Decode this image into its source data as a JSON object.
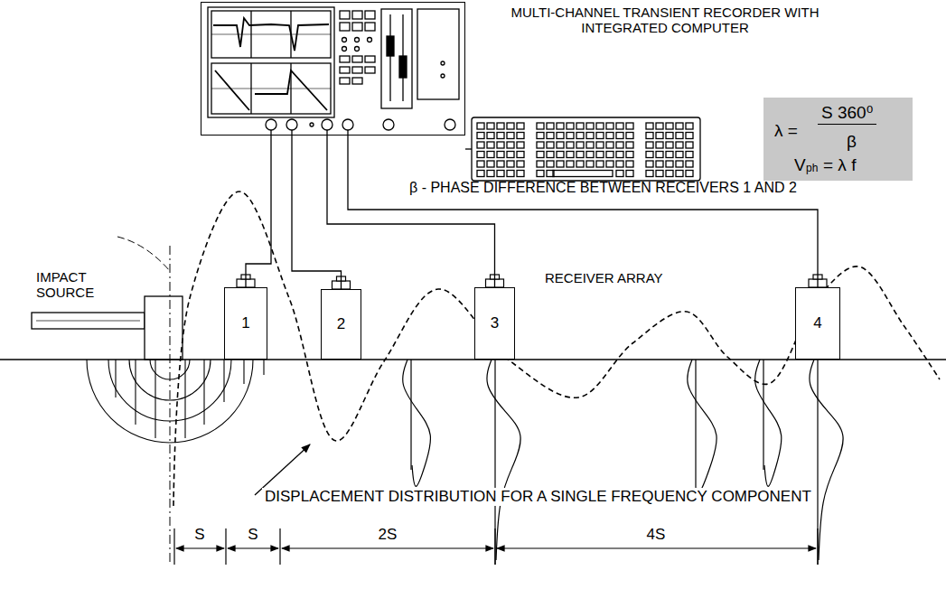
{
  "diagram": {
    "nodes": [
      {
        "text": [
          "MULTI-CHANNEL TRANSIENT RECORDER WITH INTEGRATED COMPUTER"
        ]
      },
      {
        "text": [
          "λ =",
          "S 360⁰",
          "β",
          "V",
          "ph",
          "= λ f"
        ]
      },
      {
        "text": [
          "1"
        ]
      },
      {
        "text": [
          "2"
        ]
      },
      {
        "text": [
          "3"
        ]
      },
      {
        "text": [
          "4"
        ]
      }
    ],
    "edges": [
      {
        "from": 0,
        "to": 2,
        "arrow": "none"
      },
      {
        "from": 0,
        "to": 3,
        "arrow": "none"
      },
      {
        "from": 0,
        "to": 4,
        "arrow": "none"
      },
      {
        "from": 0,
        "to": 5,
        "arrow": "none"
      }
    ],
    "labels": [
      "β - PHASE DIFFERENCE BETWEEN RECEIVERS 1 AND 2",
      "IMPACT SOURCE",
      "RECEIVER ARRAY",
      "DISPLACEMENT DISTRIBUTION FOR A SINGLE FREQUENCY COMPONENT",
      "S",
      "S",
      "2S",
      "4S"
    ]
  }
}
